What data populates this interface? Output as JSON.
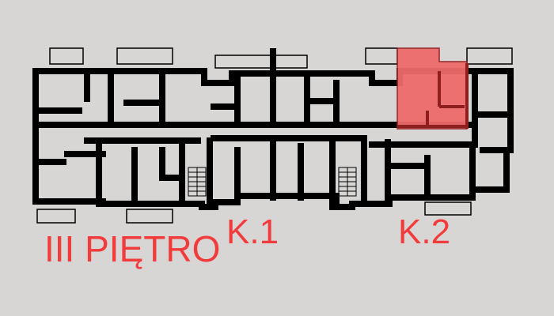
{
  "plan": {
    "floor_label": "III PIĘTRO",
    "staircases": [
      {
        "label": "K.1"
      },
      {
        "label": "K.2"
      }
    ],
    "highlight_color": "#ee6b6b",
    "text_color": "#f23b3b"
  }
}
